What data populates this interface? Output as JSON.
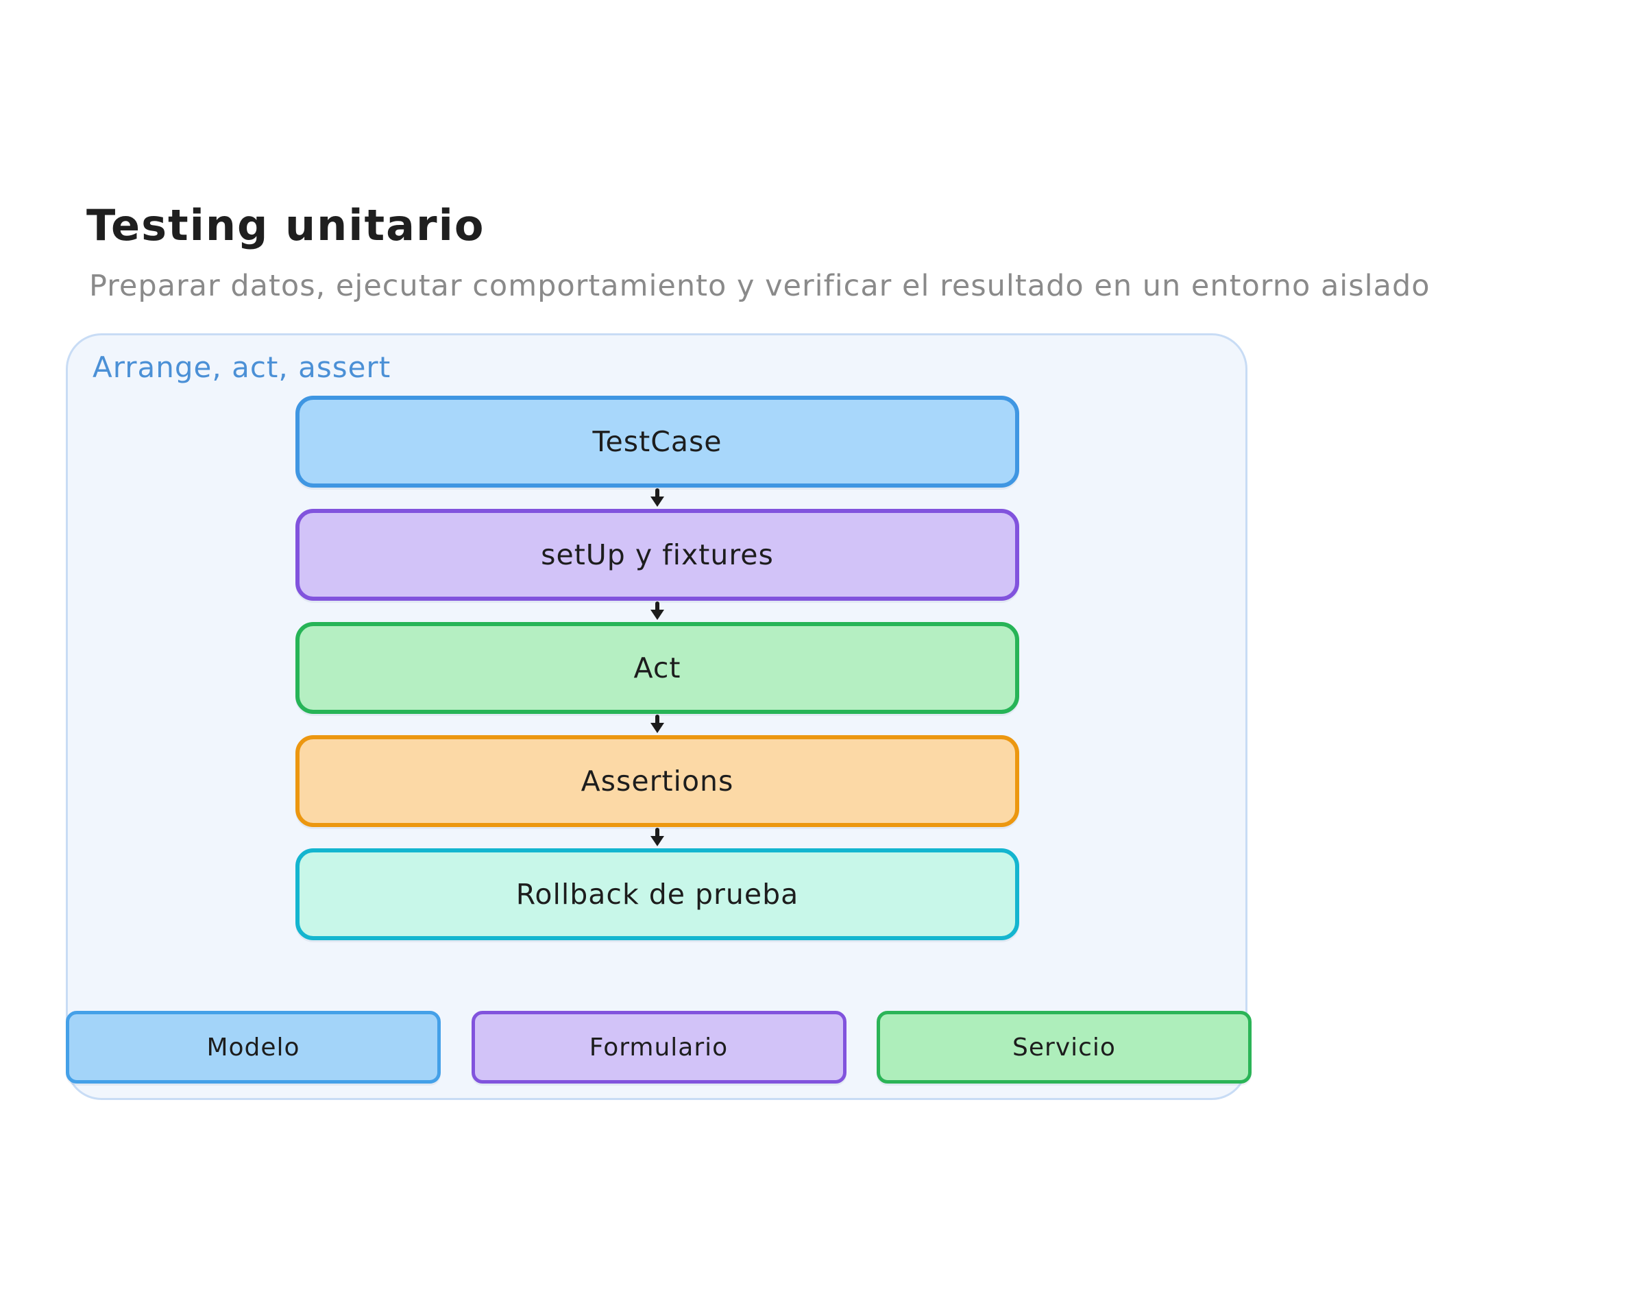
{
  "page": {
    "title": "Testing unitario",
    "subtitle": "Preparar datos, ejecutar comportamiento y verificar el resultado en un entorno aislado"
  },
  "diagram": {
    "frame_label": "Arrange, act, assert",
    "frame_label_color": "#4b90d6",
    "frame_fill": "#f1f6fd",
    "frame_border": "#c8dcf5",
    "arrow_color": "#1c1c1c",
    "flow": [
      {
        "id": "testcase",
        "label": "TestCase",
        "fill": "#a8d7fb",
        "border": "#3f96e2"
      },
      {
        "id": "setup",
        "label": "setUp y fixtures",
        "fill": "#d2c3f8",
        "border": "#8153dd"
      },
      {
        "id": "act",
        "label": "Act",
        "fill": "#b5efc2",
        "border": "#27b457"
      },
      {
        "id": "assertions",
        "label": "Assertions",
        "fill": "#fcd9a6",
        "border": "#ec9710"
      },
      {
        "id": "rollback",
        "label": "Rollback de prueba",
        "fill": "#c8f7e9",
        "border": "#14b5cf"
      }
    ],
    "targets": [
      {
        "id": "modelo",
        "label": "Modelo",
        "fill": "#a3d4f9",
        "border": "#44a0e8"
      },
      {
        "id": "formulario",
        "label": "Formulario",
        "fill": "#d2c3f8",
        "border": "#8153dd"
      },
      {
        "id": "servicio",
        "label": "Servicio",
        "fill": "#aeeebb",
        "border": "#2bb457"
      }
    ]
  }
}
